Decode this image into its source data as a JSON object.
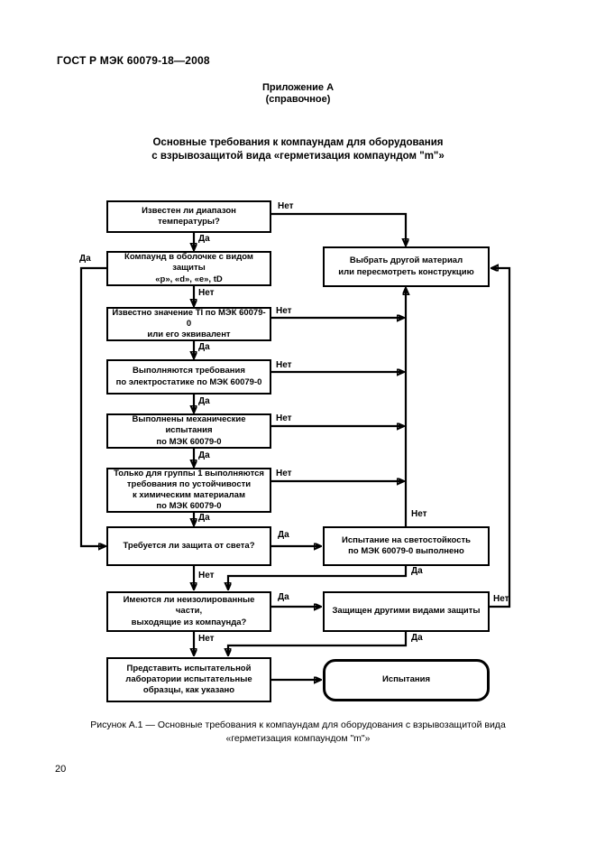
{
  "page": {
    "header": "ГОСТ Р МЭК 60079-18—2008",
    "appendix_title": "Приложение А",
    "appendix_subtitle": "(справочное)",
    "title_line1": "Основные требования  к компаундам для оборудования",
    "title_line2": "с взрывозащитой вида «герметизация компаундом \"m\"»",
    "caption_line1": "Рисунок А.1 — Основные требования  к компаундам для оборудования с взрывозащитой вида",
    "caption_line2": "«герметизация  компаундом \"m\"»",
    "page_number": "20"
  },
  "labels": {
    "yes": "Да",
    "no": "Нет"
  },
  "flowchart": {
    "boxes": {
      "b1": "Известен ли диапазон температуры?",
      "b2": "Компаунд в оболочке с видом защиты\n«р», «d», «е», tD",
      "b3": "Известно значение TI по МЭК 60079-0\nили его эквивалент",
      "b4": "Выполняются требования\nпо электростатике по МЭК 60079-0",
      "b5": "Выполнены механические испытания\nпо МЭК 60079-0",
      "b6": "Только для группы 1 выполняются\nтребования по устойчивости\nк химическим материалам\nпо МЭК 60079-0",
      "b7": "Требуется ли защита от света?",
      "b8": "Имеются ли неизолированные части,\nвыходящие из компаунда?",
      "b9": "Представить испытательной\nлаборатории испытательные\nобразцы, как указано",
      "r1": "Выбрать другой материал\nили пересмотреть конструкцию",
      "r2": "Испытание на светостойкость\nпо МЭК 60079-0 выполнено",
      "r3": "Защищен другими видами защиты",
      "r4": "Испытания"
    }
  }
}
